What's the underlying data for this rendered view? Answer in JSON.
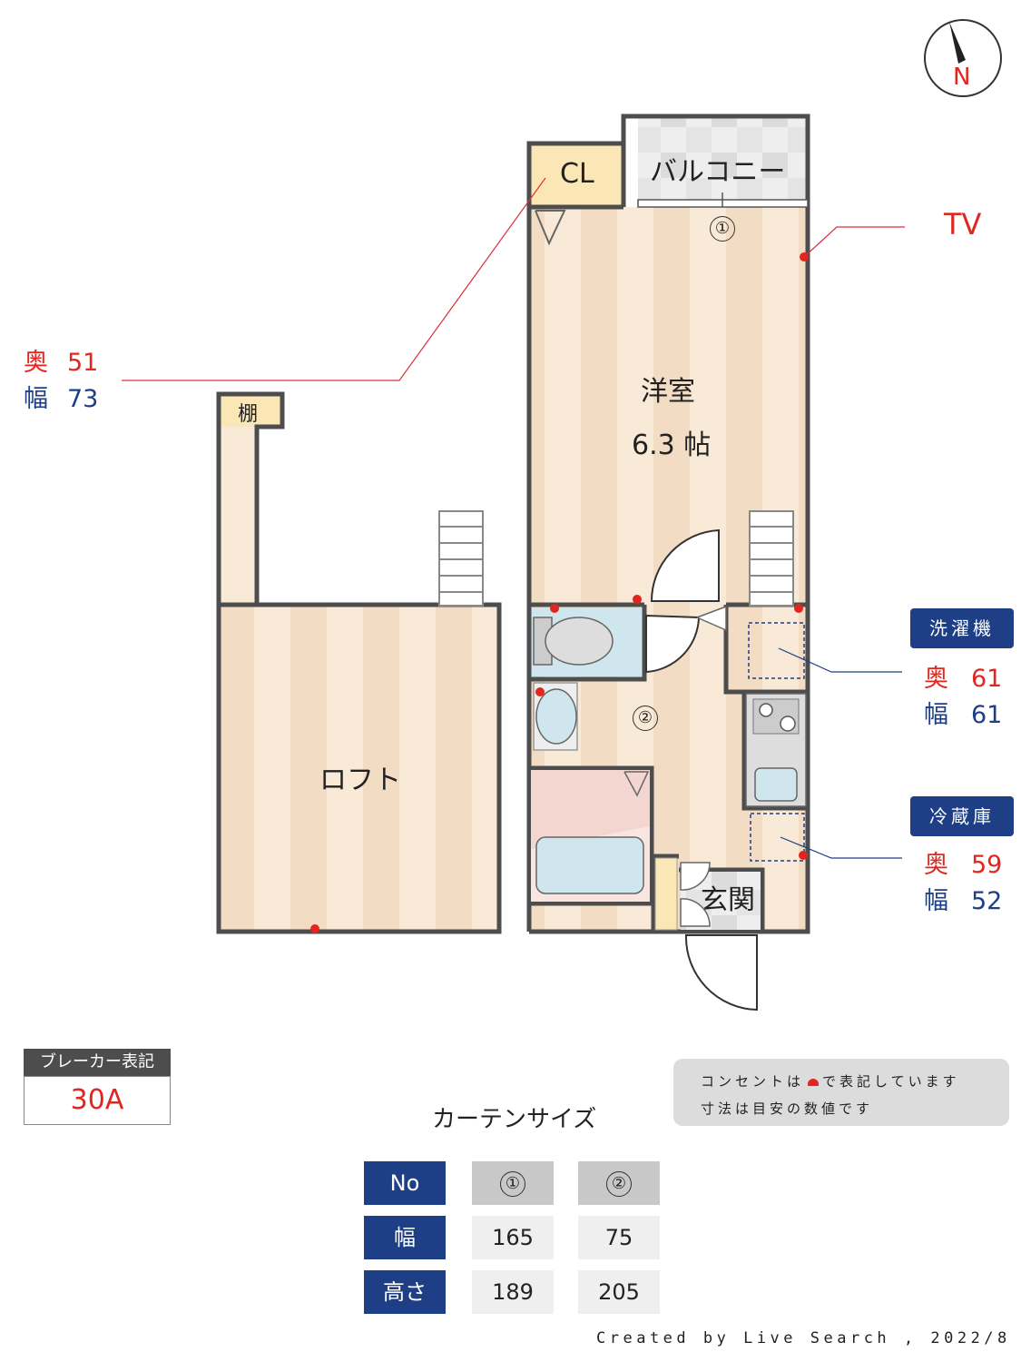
{
  "compass": {
    "label": "N"
  },
  "rooms": {
    "closet": "CL",
    "balcony": "バルコニー",
    "western_room": "洋室",
    "western_room_size": "6.3 帖",
    "loft": "ロフト",
    "shelf": "棚",
    "entrance": "玄関"
  },
  "window_markers": {
    "m1": "①",
    "m2": "②"
  },
  "tv": {
    "label": "TV"
  },
  "cl_dims": {
    "depth_label": "奥",
    "depth_value": "51",
    "width_label": "幅",
    "width_value": "73"
  },
  "washer": {
    "title": "洗濯機",
    "depth_label": "奥",
    "depth_value": "61",
    "width_label": "幅",
    "width_value": "61"
  },
  "fridge": {
    "title": "冷蔵庫",
    "depth_label": "奥",
    "depth_value": "59",
    "width_label": "幅",
    "width_value": "52"
  },
  "breaker": {
    "title": "ブレーカー表記",
    "value": "30A"
  },
  "note": {
    "line1_pre": "コンセントは",
    "line1_post": "で表記しています",
    "line2": "寸法は目安の数値です"
  },
  "curtain": {
    "title": "カーテンサイズ",
    "header": [
      "No",
      "①",
      "②"
    ],
    "rows": [
      {
        "label": "幅",
        "values": [
          "165",
          "75"
        ]
      },
      {
        "label": "高さ",
        "values": [
          "189",
          "205"
        ]
      }
    ]
  },
  "credit": "Created by Live Search , 2022/8",
  "colors": {
    "outlet": "#e0261f",
    "navy": "#1e3f86",
    "wall": "#4d4d4d"
  }
}
